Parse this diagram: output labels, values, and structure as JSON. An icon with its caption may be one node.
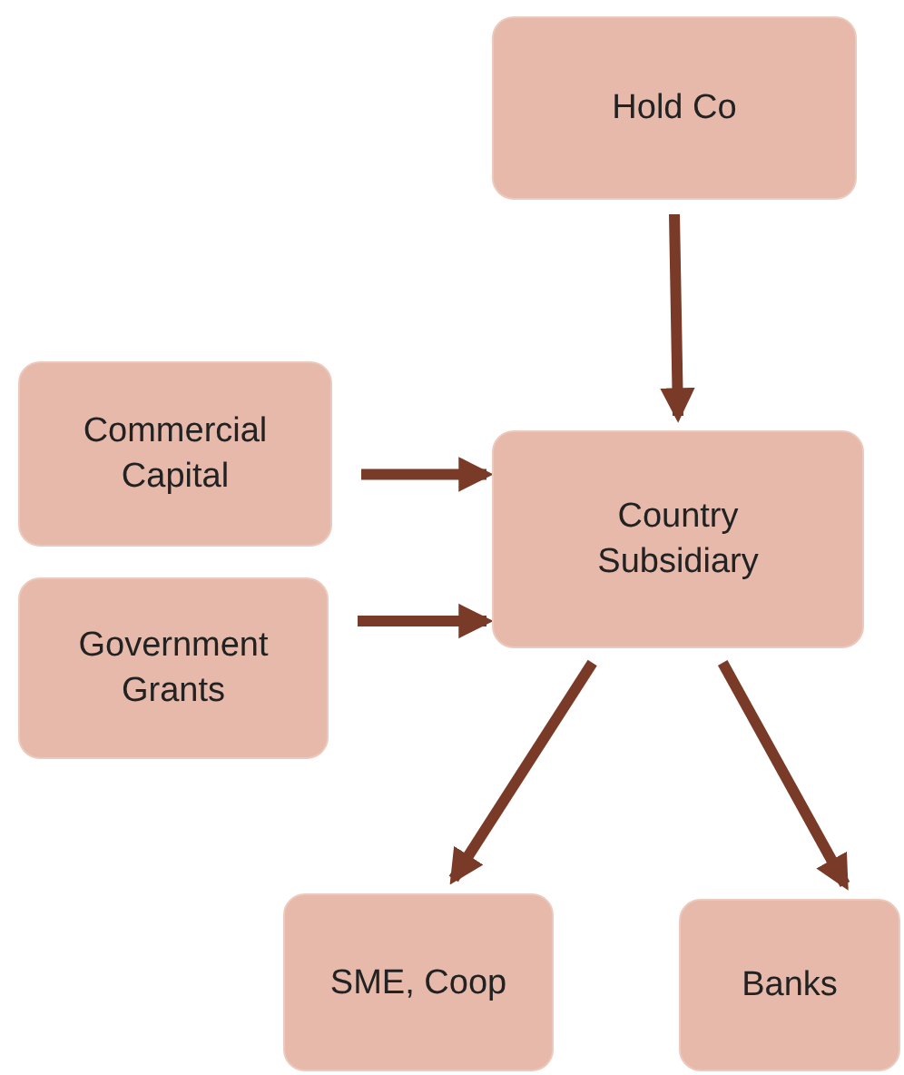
{
  "diagram": {
    "nodes": [
      {
        "text": [
          "Hold Co"
        ]
      },
      {
        "text": [
          "Commercial Capital"
        ]
      },
      {
        "text": [
          "Government Grants"
        ]
      },
      {
        "text": [
          "Country Subsidiary"
        ]
      },
      {
        "text": [
          "SME, Coop"
        ]
      },
      {
        "text": [
          "Banks"
        ]
      }
    ],
    "edges": [
      {
        "from": 0,
        "to": 3,
        "arrow": "to"
      },
      {
        "from": 1,
        "to": 3,
        "arrow": "to"
      },
      {
        "from": 2,
        "to": 3,
        "arrow": "to"
      },
      {
        "from": 3,
        "to": 4,
        "arrow": "to"
      },
      {
        "from": 3,
        "to": 5,
        "arrow": "to"
      }
    ]
  }
}
